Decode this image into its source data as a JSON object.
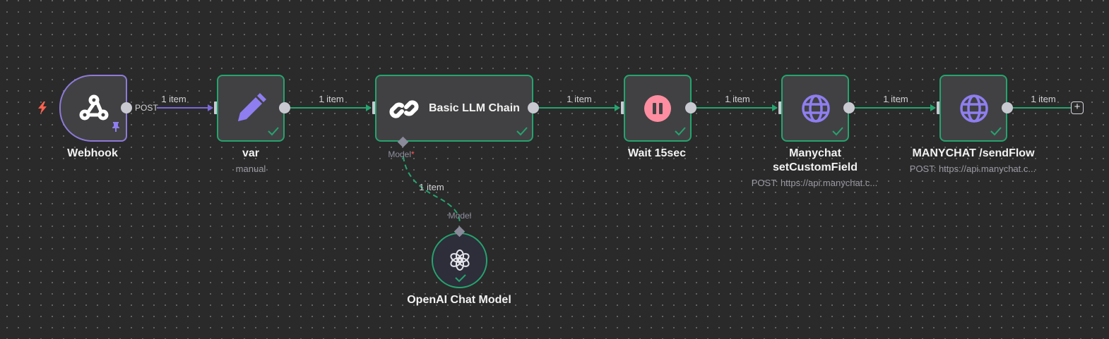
{
  "canvas": {
    "background": "#2a2a2a",
    "grid_dot_color": "#6a6a6a"
  },
  "colors": {
    "success": "#25a46f",
    "trigger_border": "#8e7ad8",
    "main_edge_trigger": "#7b68d8",
    "icon_purple": "#8e7ef0",
    "wait_icon": "#ff8da1",
    "trigger_bolt": "#ff6150"
  },
  "trigger_icon": "lightning-bolt-icon",
  "nodes": [
    {
      "id": "webhook",
      "title": "Webhook",
      "subtitle": "",
      "icon": "webhook-icon",
      "output_label": "POST",
      "pinned": true,
      "status": "none"
    },
    {
      "id": "var",
      "title": "var",
      "subtitle": "manual",
      "icon": "pencil-icon",
      "status": "success"
    },
    {
      "id": "basic-llm-chain",
      "title": "Basic LLM Chain",
      "subtitle": "",
      "icon": "link-chain-icon",
      "status": "success",
      "sub_port": {
        "label": "Model",
        "required_marker": "*"
      }
    },
    {
      "id": "wait",
      "title": "Wait 15sec",
      "subtitle": "",
      "icon": "pause-icon",
      "status": "success"
    },
    {
      "id": "manychat-setcustomfield",
      "title_line1": "Manychat",
      "title_line2": "setCustomField",
      "subtitle": "POST: https://api.manychat.c...",
      "icon": "globe-icon",
      "status": "success"
    },
    {
      "id": "manychat-sendflow",
      "title": "MANYCHAT /sendFlow",
      "subtitle": "POST: https://api.manychat.c...",
      "icon": "globe-icon",
      "status": "success"
    },
    {
      "id": "openai-chat-model",
      "title": "OpenAI Chat Model",
      "subtitle": "",
      "icon": "openai-icon",
      "status": "success",
      "port_label": "Model"
    }
  ],
  "edges": [
    {
      "from": "webhook",
      "to": "var",
      "label": "1 item"
    },
    {
      "from": "var",
      "to": "basic-llm-chain",
      "label": "1 item"
    },
    {
      "from": "basic-llm-chain",
      "to": "wait",
      "label": "1 item"
    },
    {
      "from": "wait",
      "to": "manychat-setcustomfield",
      "label": "1 item"
    },
    {
      "from": "manychat-setcustomfield",
      "to": "manychat-sendflow",
      "label": "1 item"
    },
    {
      "from": "manychat-sendflow",
      "to": "add-node",
      "label": "1 item"
    },
    {
      "from": "openai-chat-model",
      "to": "basic-llm-chain",
      "label": "1 item",
      "type": "ai_languageModel"
    }
  ],
  "add_node_button": {
    "label": "+"
  }
}
